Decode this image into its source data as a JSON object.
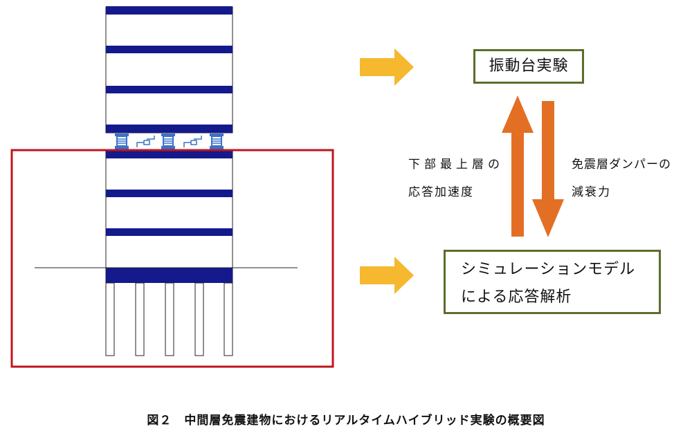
{
  "boxes": {
    "shake_table": "振動台実験",
    "simulation_line1": "シミュレーションモデル",
    "simulation_line2": "による応答解析"
  },
  "labels": {
    "left_line1": "下部最上層の",
    "left_line2": "応答加速度",
    "right_line1": "免震層ダンパーの",
    "right_line2": "減衰力"
  },
  "caption": "図２　中間層免震建物におけるリアルタイムハイブリッド実験の概要図",
  "colors": {
    "floor_slab": "#141a8c",
    "frame_red": "#c0141e",
    "box_border": "#5a6e2a",
    "arrow_yellow": "#f5b82e",
    "arrow_orange": "#e36f25",
    "isolator": "#3a72c8"
  }
}
